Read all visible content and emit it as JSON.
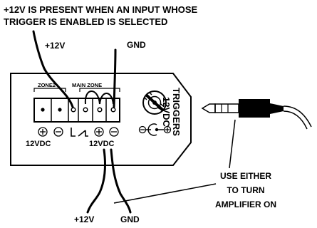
{
  "title": {
    "line1": "+12V IS PRESENT WHEN AN INPUT WHOSE",
    "line2": "TRIGGER IS ENABLED IS SELECTED"
  },
  "top_wires": {
    "plus_label": "+12V",
    "gnd_label": "GND"
  },
  "panel": {
    "zone2_label": "ZONE2",
    "main_zone_label": "MAIN ZONE",
    "left_voltage_label": "12VDC",
    "right_voltage_label": "12VDC",
    "side_label_line1": "TRIGGERS",
    "side_label_line2": "12VDC",
    "terminal_icons": [
      "plus-icon",
      "minus-icon",
      "relay-switch-icon",
      "plus-icon",
      "minus-icon"
    ],
    "jack_icon": "mini-jack-socket-icon",
    "polarity_icon": "center-positive-polarity-icon"
  },
  "bottom_wires": {
    "plus_label": "+12V",
    "gnd_label": "GND"
  },
  "note": {
    "line1": "USE EITHER",
    "line2": "TO TURN",
    "line3": "AMPLIFIER ON"
  },
  "plug_icon": "mini-plug-icon"
}
